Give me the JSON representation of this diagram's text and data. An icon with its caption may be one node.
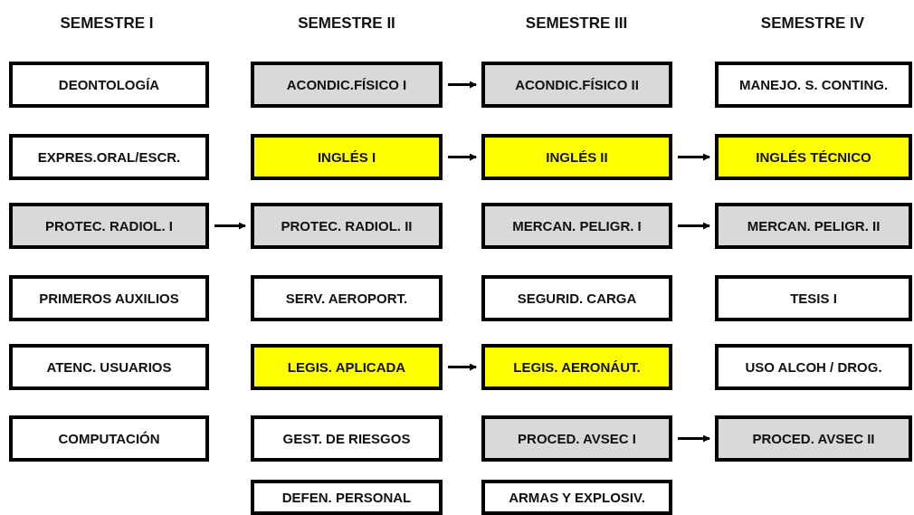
{
  "diagram": {
    "nodes": [
      {
        "text": [
          "DEONTOLOGÍA"
        ]
      },
      {
        "text": [
          "EXPRES.ORAL/ESCR."
        ]
      },
      {
        "text": [
          "PROTEC. RADIOL. I"
        ]
      },
      {
        "text": [
          "PRIMEROS AUXILIOS"
        ]
      },
      {
        "text": [
          "ATENC. USUARIOS"
        ]
      },
      {
        "text": [
          "COMPUTACIÓN"
        ]
      },
      {
        "text": [
          "ACONDIC.FÍSICO I"
        ]
      },
      {
        "text": [
          "INGLÉS I"
        ]
      },
      {
        "text": [
          "PROTEC. RADIOL. II"
        ]
      },
      {
        "text": [
          "SERV. AEROPORT."
        ]
      },
      {
        "text": [
          "LEGIS. APLICADA"
        ]
      },
      {
        "text": [
          "GEST. DE RIESGOS"
        ]
      },
      {
        "text": [
          "DEFEN. PERSONAL"
        ]
      },
      {
        "text": [
          "ACONDIC.FÍSICO II"
        ]
      },
      {
        "text": [
          "INGLÉS II"
        ]
      },
      {
        "text": [
          "MERCAN. PELIGR. I"
        ]
      },
      {
        "text": [
          "SEGURID. CARGA"
        ]
      },
      {
        "text": [
          "LEGIS. AERONÁUT."
        ]
      },
      {
        "text": [
          "PROCED. AVSEC I"
        ]
      },
      {
        "text": [
          "ARMAS Y EXPLOSIV."
        ]
      },
      {
        "text": [
          "MANEJO. S. CONTING."
        ]
      },
      {
        "text": [
          "INGLÉS TÉCNICO"
        ]
      },
      {
        "text": [
          "MERCAN. PELIGR. II"
        ]
      },
      {
        "text": [
          "TESIS I"
        ]
      },
      {
        "text": [
          "USO ALCOH / DROG."
        ]
      },
      {
        "text": [
          "PROCED. AVSEC II"
        ]
      }
    ],
    "edges": [
      {
        "from": 6,
        "to": 13,
        "arrow": "to"
      },
      {
        "from": 7,
        "to": 14,
        "arrow": "to"
      },
      {
        "from": 14,
        "to": 21,
        "arrow": "to"
      },
      {
        "from": 2,
        "to": 8,
        "arrow": "to"
      },
      {
        "from": 15,
        "to": 22,
        "arrow": "to"
      },
      {
        "from": 10,
        "to": 17,
        "arrow": "to"
      },
      {
        "from": 18,
        "to": 25,
        "arrow": "to"
      }
    ],
    "labels": [
      "SEMESTRE I",
      "SEMESTRE II",
      "SEMESTRE III",
      "SEMESTRE IV"
    ]
  }
}
